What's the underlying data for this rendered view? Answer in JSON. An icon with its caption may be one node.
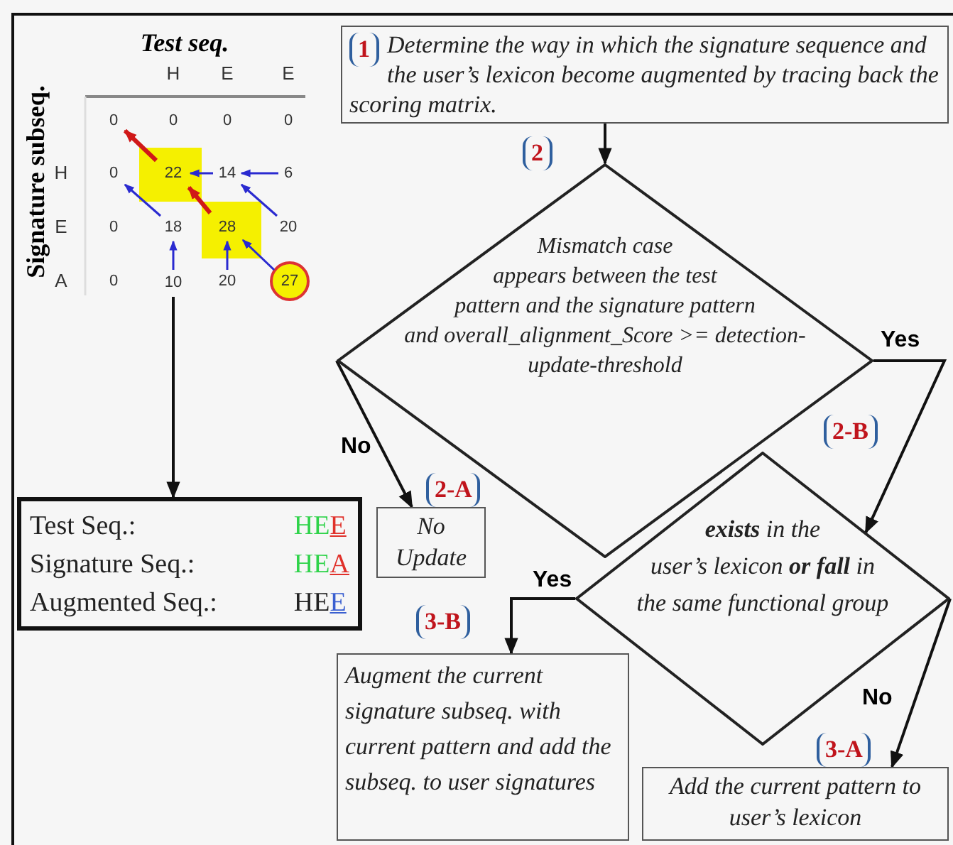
{
  "diagram": {
    "nodes": [
      {
        "text": [
          "10"
        ]
      },
      {
        "text": [
          "Test Seq.:",
          "HEE",
          "Signature Seq.:",
          "HEA",
          "Augmented Seq.:",
          "HEE"
        ]
      },
      {
        "text": [
          "1",
          "Determine the way in which the signature sequence and the user’s lexicon become augmented by tracing back the scoring matrix."
        ]
      },
      {
        "text": [
          "Mismatch case appears between the test pattern and the signature pattern and overall_alignment_Score >= detection-update-threshold"
        ],
        "beside": [
          "2"
        ]
      },
      {
        "text": [
          "No Update"
        ],
        "beside": [
          "2-A"
        ]
      },
      {
        "text": [
          "**exists** in the user’s lexicon **or** **fall** in the same functional group"
        ],
        "beside": [
          "2-B"
        ]
      },
      {
        "text": [
          "Augment the current signature subseq. with current pattern and add the subseq. to user signatures"
        ],
        "beside": [
          "3-B"
        ]
      },
      {
        "text": [
          "Add the current pattern to user’s lexicon"
        ],
        "beside": [
          "3-A"
        ]
      }
    ],
    "edges": [
      {
        "from": 0,
        "to": 1,
        "arrow": "to"
      },
      {
        "from": 2,
        "to": 3,
        "arrow": "to"
      },
      {
        "from": 3,
        "to": 4,
        "arrow": "to",
        "label": "No"
      },
      {
        "from": 3,
        "to": 5,
        "arrow": "to",
        "label": "Yes"
      },
      {
        "from": 5,
        "to": 6,
        "arrow": "to",
        "label": "Yes"
      },
      {
        "from": 5,
        "to": 7,
        "arrow": "to",
        "label": "No"
      }
    ],
    "labels": [
      "Test seq.",
      "H",
      "E",
      "E",
      "Signature subseq.",
      "0",
      "0",
      "0",
      "0",
      "H",
      "0",
      "22",
      "14",
      "6",
      "E",
      "0",
      "18",
      "28",
      "20",
      "A",
      "0",
      "20",
      "27"
    ]
  }
}
